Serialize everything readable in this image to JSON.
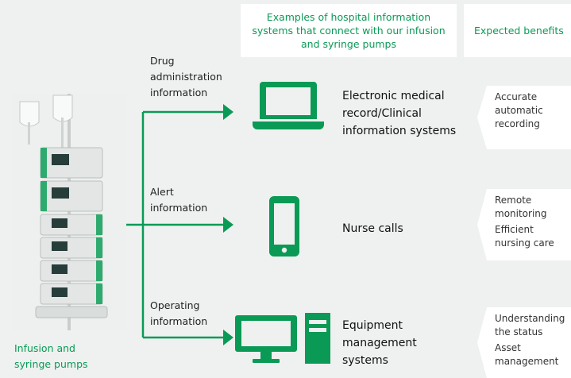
{
  "header": {
    "systems_title": "Examples of hospital information systems that connect with our infusion and syringe pumps",
    "benefits_title": "Expected benefits"
  },
  "device": {
    "label_line1": "Infusion and",
    "label_line2": "syringe pumps"
  },
  "flows": [
    {
      "info_lines": [
        "Drug",
        "administration",
        "information"
      ],
      "system_lines": [
        "Electronic medical",
        "record/Clinical",
        "information systems"
      ],
      "system_icon": "laptop-icon",
      "benefits": [
        [
          "Accurate",
          "automatic",
          "recording"
        ]
      ]
    },
    {
      "info_lines": [
        "Alert",
        "information"
      ],
      "system_lines": [
        "Nurse calls"
      ],
      "system_icon": "smartphone-icon",
      "benefits": [
        [
          "Remote",
          "monitoring"
        ],
        [
          "Efficient",
          "nursing care"
        ]
      ]
    },
    {
      "info_lines": [
        "Operating",
        "information"
      ],
      "system_lines": [
        "Equipment",
        "management",
        "systems"
      ],
      "system_icon": "desktop-computer-icon",
      "benefits": [
        [
          "Understanding",
          "the status"
        ],
        [
          "Asset",
          "management"
        ]
      ]
    }
  ],
  "colors": {
    "accent_green": "#0a9a55",
    "background": "#eef1f0",
    "card": "#ffffff"
  }
}
